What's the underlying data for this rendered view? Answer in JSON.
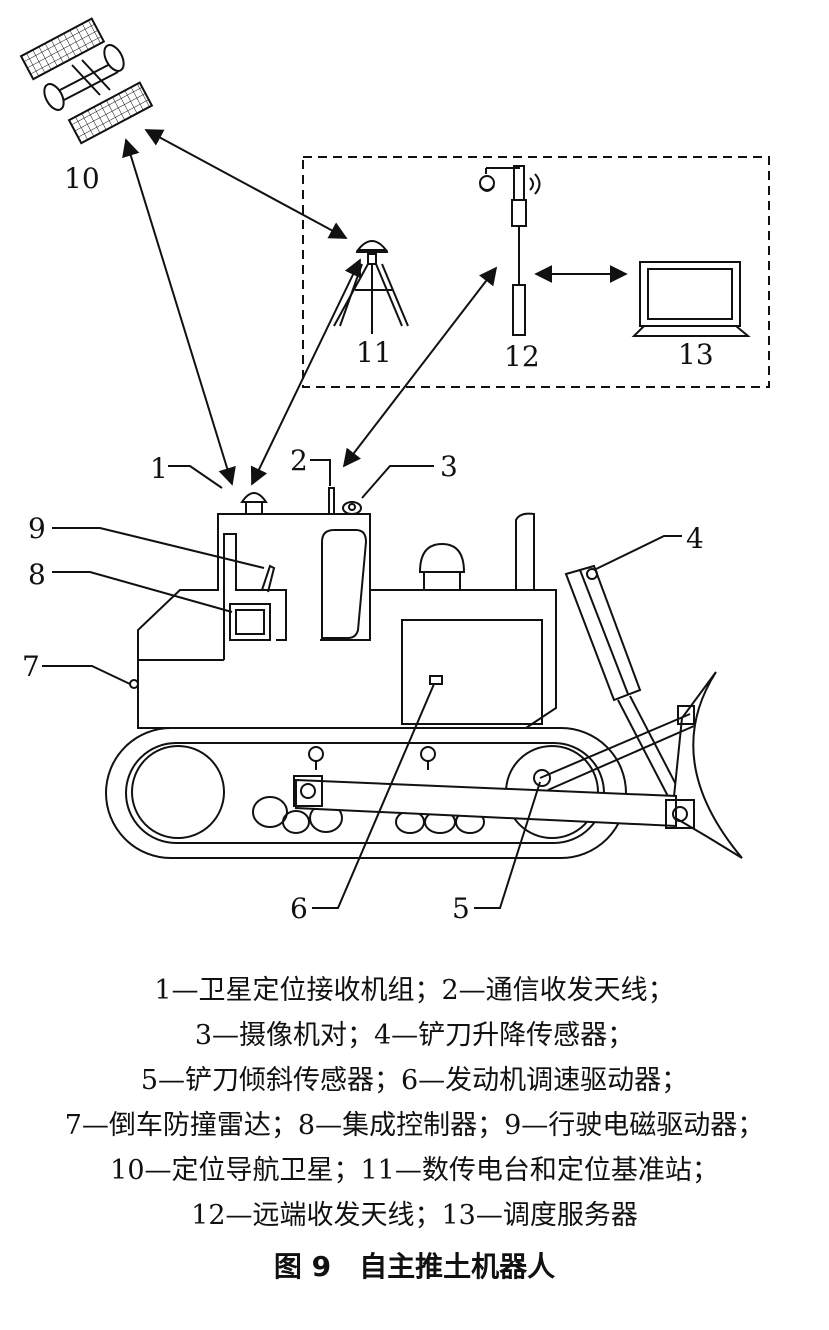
{
  "labels": {
    "l1": "1",
    "l2": "2",
    "l3": "3",
    "l4": "4",
    "l5": "5",
    "l6": "6",
    "l7": "7",
    "l8": "8",
    "l9": "9",
    "l10": "10",
    "l11": "11",
    "l12": "12",
    "l13": "13"
  },
  "legend": [
    "1—卫星定位接收机组；2—通信收发天线；",
    "3—摄像机对；4—铲刀升降传感器；",
    "5—铲刀倾斜传感器；6—发动机调速驱动器；",
    "7—倒车防撞雷达；8—集成控制器；9—行驶电磁驱动器；",
    "10—定位导航卫星；11—数传电台和定位基准站；",
    "12—远端收发天线；13—调度服务器"
  ],
  "caption": {
    "number": "图 9",
    "title": "自主推土机器人"
  }
}
